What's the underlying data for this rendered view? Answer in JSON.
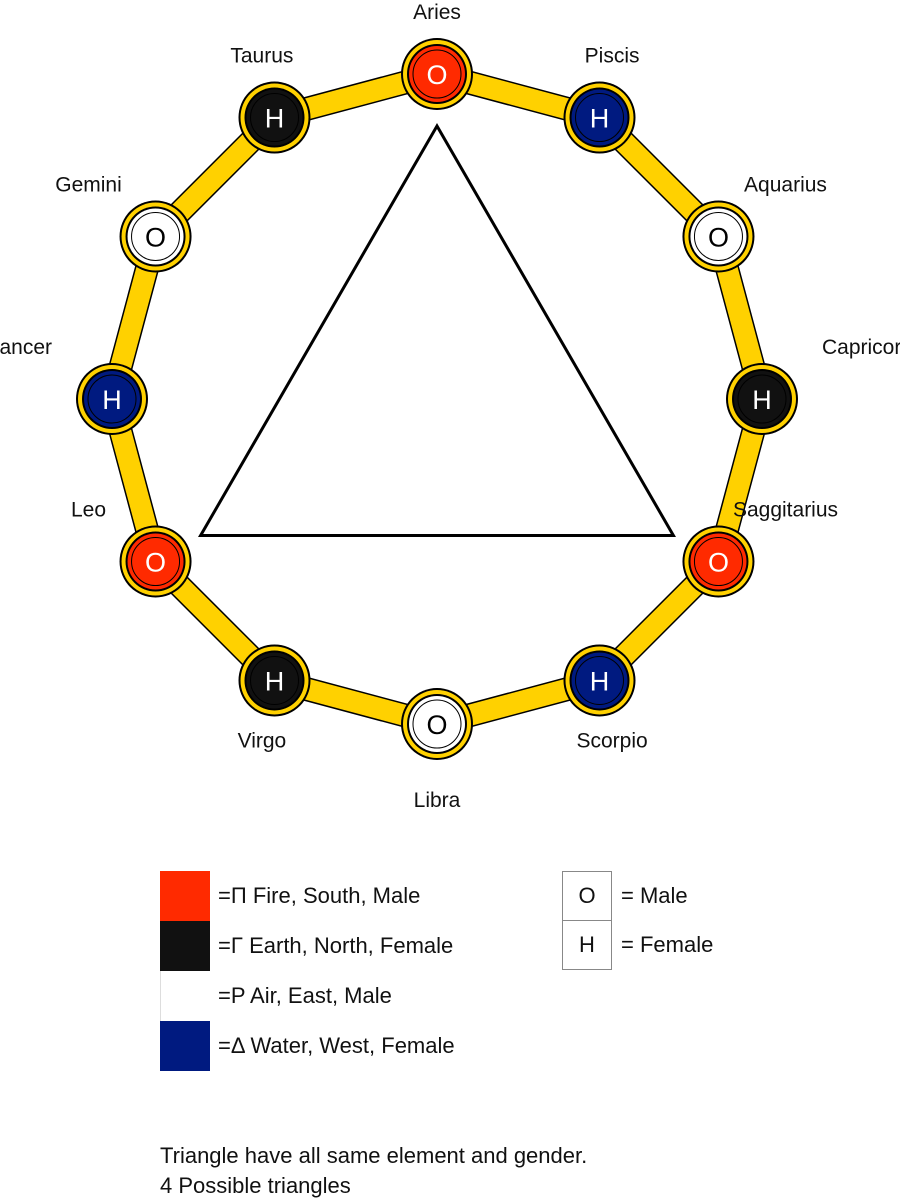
{
  "signs": [
    {
      "name": "Aries",
      "letter": "O",
      "element": "fire"
    },
    {
      "name": "Piscis",
      "letter": "H",
      "element": "water"
    },
    {
      "name": "Aquarius",
      "letter": "O",
      "element": "air"
    },
    {
      "name": "Capricorn",
      "letter": "H",
      "element": "earth"
    },
    {
      "name": "Saggitarius",
      "letter": "O",
      "element": "fire"
    },
    {
      "name": "Scorpio",
      "letter": "H",
      "element": "water"
    },
    {
      "name": "Libra",
      "letter": "O",
      "element": "air"
    },
    {
      "name": "Virgo",
      "letter": "H",
      "element": "earth"
    },
    {
      "name": "Leo",
      "letter": "O",
      "element": "fire"
    },
    {
      "name": "Cancer",
      "letter": "H",
      "element": "water"
    },
    {
      "name": "Gemini",
      "letter": "O",
      "element": "air"
    },
    {
      "name": "Taurus",
      "letter": "H",
      "element": "earth"
    }
  ],
  "colors": {
    "ring": "#FFD100",
    "fire": "#FF2A00",
    "earth": "#111111",
    "air": "#FFFFFF",
    "water": "#001A80"
  },
  "triangle_signs": [
    "Aries",
    "Saggitarius",
    "Leo"
  ],
  "legend": {
    "elements": [
      {
        "element": "fire",
        "text": "=Π Fire, South, Male"
      },
      {
        "element": "earth",
        "text": "=Γ Earth, North, Female"
      },
      {
        "element": "air",
        "text": "=P Air, East, Male"
      },
      {
        "element": "water",
        "text": "=Δ Water, West, Female"
      }
    ],
    "gender": [
      {
        "symbol": "O",
        "text": "= Male"
      },
      {
        "symbol": "H",
        "text": "= Female"
      }
    ]
  },
  "note": {
    "line1": "Triangle have all same element and gender.",
    "line2": "4 Possible triangles"
  }
}
